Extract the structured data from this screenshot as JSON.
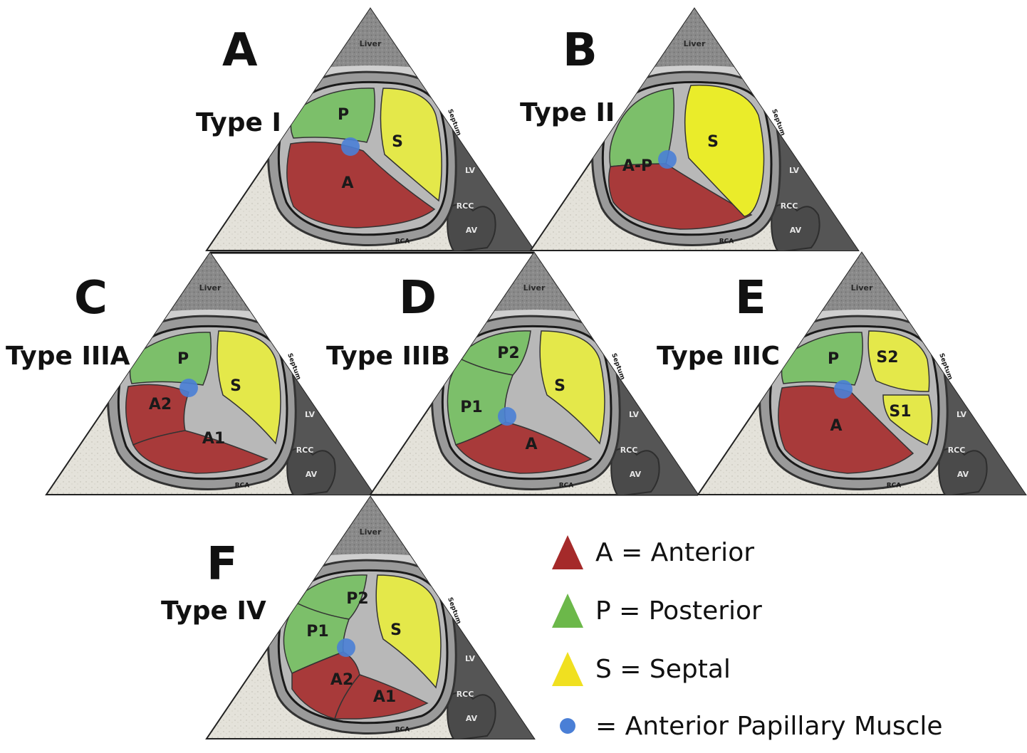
{
  "panels": [
    {
      "letter": "A",
      "type_label": "Type I"
    },
    {
      "letter": "B",
      "type_label": "Type II"
    },
    {
      "letter": "C",
      "type_label": "Type IIIA"
    },
    {
      "letter": "D",
      "type_label": "Type IIIB"
    },
    {
      "letter": "E",
      "type_label": "Type IIIC"
    },
    {
      "letter": "F",
      "type_label": "Type IV"
    }
  ],
  "leaflet_labels": {
    "a": {
      "p": "P",
      "s": "S",
      "a": "A"
    },
    "b": {
      "ap": "A-P",
      "s": "S"
    },
    "c": {
      "p": "P",
      "s": "S",
      "a2": "A2",
      "a1": "A1"
    },
    "d": {
      "p2": "P2",
      "p1": "P1",
      "s": "S",
      "a": "A"
    },
    "e": {
      "p": "P",
      "s2": "S2",
      "s1": "S1",
      "a": "A"
    },
    "f": {
      "p2": "P2",
      "p1": "P1",
      "s": "S",
      "a2": "A2",
      "a1": "A1"
    }
  },
  "anatomy_labels": {
    "liver": "Liver",
    "septum": "Septum",
    "lv": "LV",
    "rcc": "RCC",
    "av": "AV",
    "rca": "RCA"
  },
  "legend": [
    {
      "symbol": "triangle",
      "color": "#a52a2a",
      "text": "A = Anterior"
    },
    {
      "symbol": "triangle",
      "color": "#6cb84a",
      "text": "P = Posterior"
    },
    {
      "symbol": "triangle",
      "color": "#f0e020",
      "text": "S = Septal"
    },
    {
      "symbol": "circle",
      "color": "#4a7fd6",
      "text": "= Anterior Papillary Muscle"
    }
  ],
  "colors": {
    "anterior": "#a83a3a",
    "posterior": "#7cbf6a",
    "septal": "#e4e84a",
    "papillary": "#4a7fd6",
    "background": "#e6e4dc",
    "liver": "#8e8e8e",
    "wall": "#5e5e5e",
    "lumen": "#b9b9b9"
  }
}
